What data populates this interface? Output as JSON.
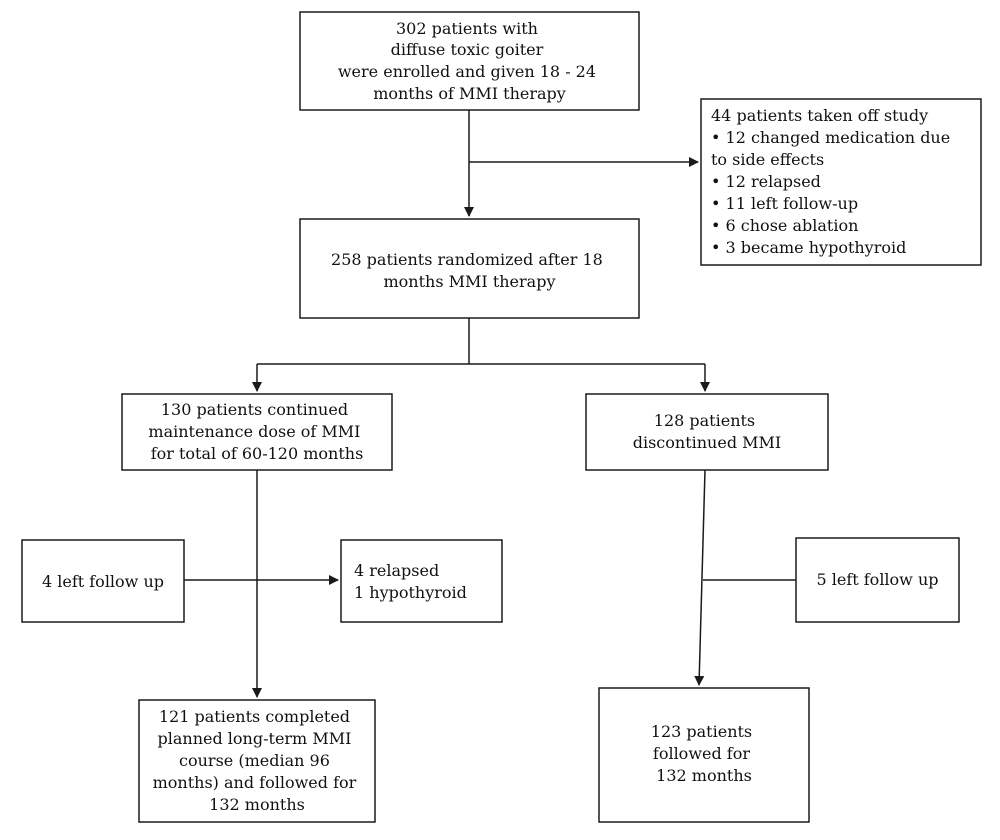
{
  "boxes": {
    "enrolled": {
      "lines": [
        "302 patients with",
        "diffuse toxic goiter",
        "were enrolled and given 18 - 24",
        "months of MMI therapy"
      ]
    },
    "off_study": {
      "lines": [
        "44 patients taken off study",
        "• 12 changed medication due",
        "to side effects",
        "• 12 relapsed",
        "• 11 left follow-up",
        "• 6 chose ablation",
        "• 3 became hypothyroid"
      ]
    },
    "randomized": {
      "lines": [
        "258 patients randomized after 18",
        "months MMI therapy"
      ]
    },
    "continued": {
      "lines": [
        "130 patients continued",
        "maintenance dose of MMI",
        "for total of 60-120 months"
      ]
    },
    "discontinued": {
      "lines": [
        "128 patients",
        "discontinued MMI"
      ]
    },
    "left_follow_up_a": {
      "lines": [
        "4 left follow up"
      ]
    },
    "relapsed_a": {
      "lines": [
        "4 relapsed",
        "1 hypothyroid"
      ]
    },
    "left_follow_up_b": {
      "lines": [
        "5 left follow up"
      ]
    },
    "completed_a": {
      "lines": [
        "121 patients completed",
        "planned long-term MMI",
        "course (median 96",
        "months) and followed for",
        "132 months"
      ]
    },
    "completed_b": {
      "lines": [
        "123 patients",
        "followed for",
        "132 months"
      ]
    }
  }
}
